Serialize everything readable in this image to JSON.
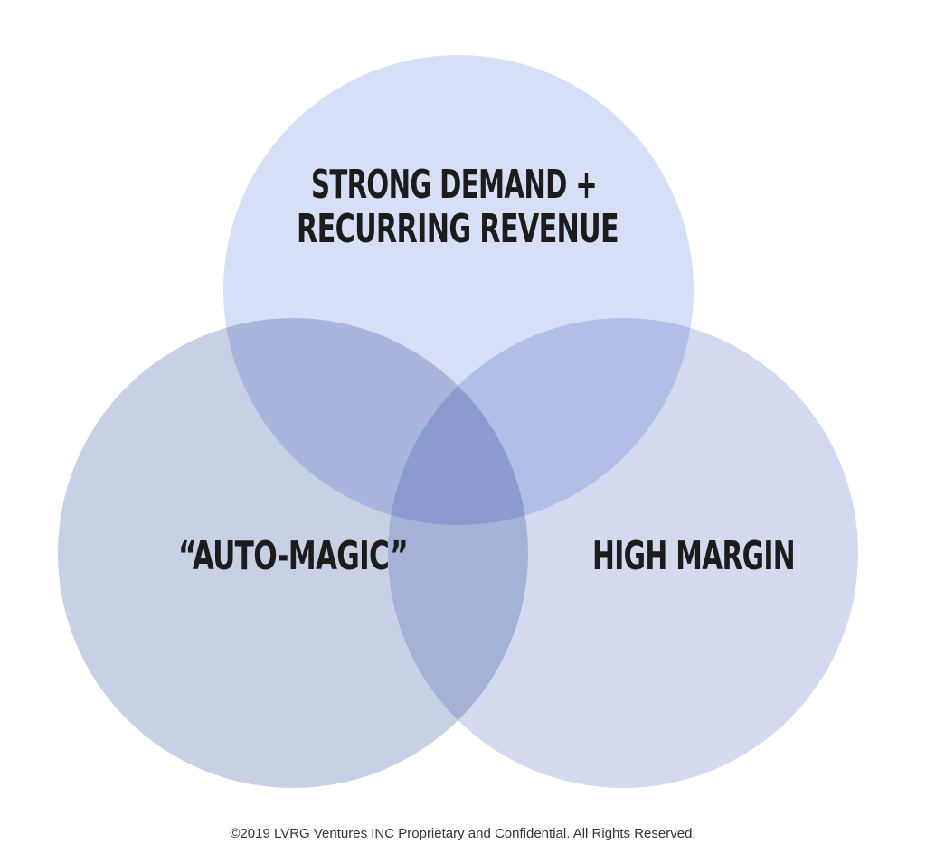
{
  "diagram": {
    "type": "venn",
    "circles": [
      {
        "id": "top",
        "label_lines": [
          "STRONG DEMAND +",
          "RECURRING REVENUE"
        ],
        "color": "#d6dff5"
      },
      {
        "id": "left",
        "label_lines": [
          "“AUTO-MAGIC”"
        ],
        "color": "#c8d0e6"
      },
      {
        "id": "right",
        "label_lines": [
          "HIGH MARGIN"
        ],
        "color": "#d3daf0"
      }
    ],
    "text_color": "#1c1c1c"
  },
  "footer": {
    "text": "©2019 LVRG Ventures INC Proprietary and Confidential. All Rights Reserved."
  }
}
